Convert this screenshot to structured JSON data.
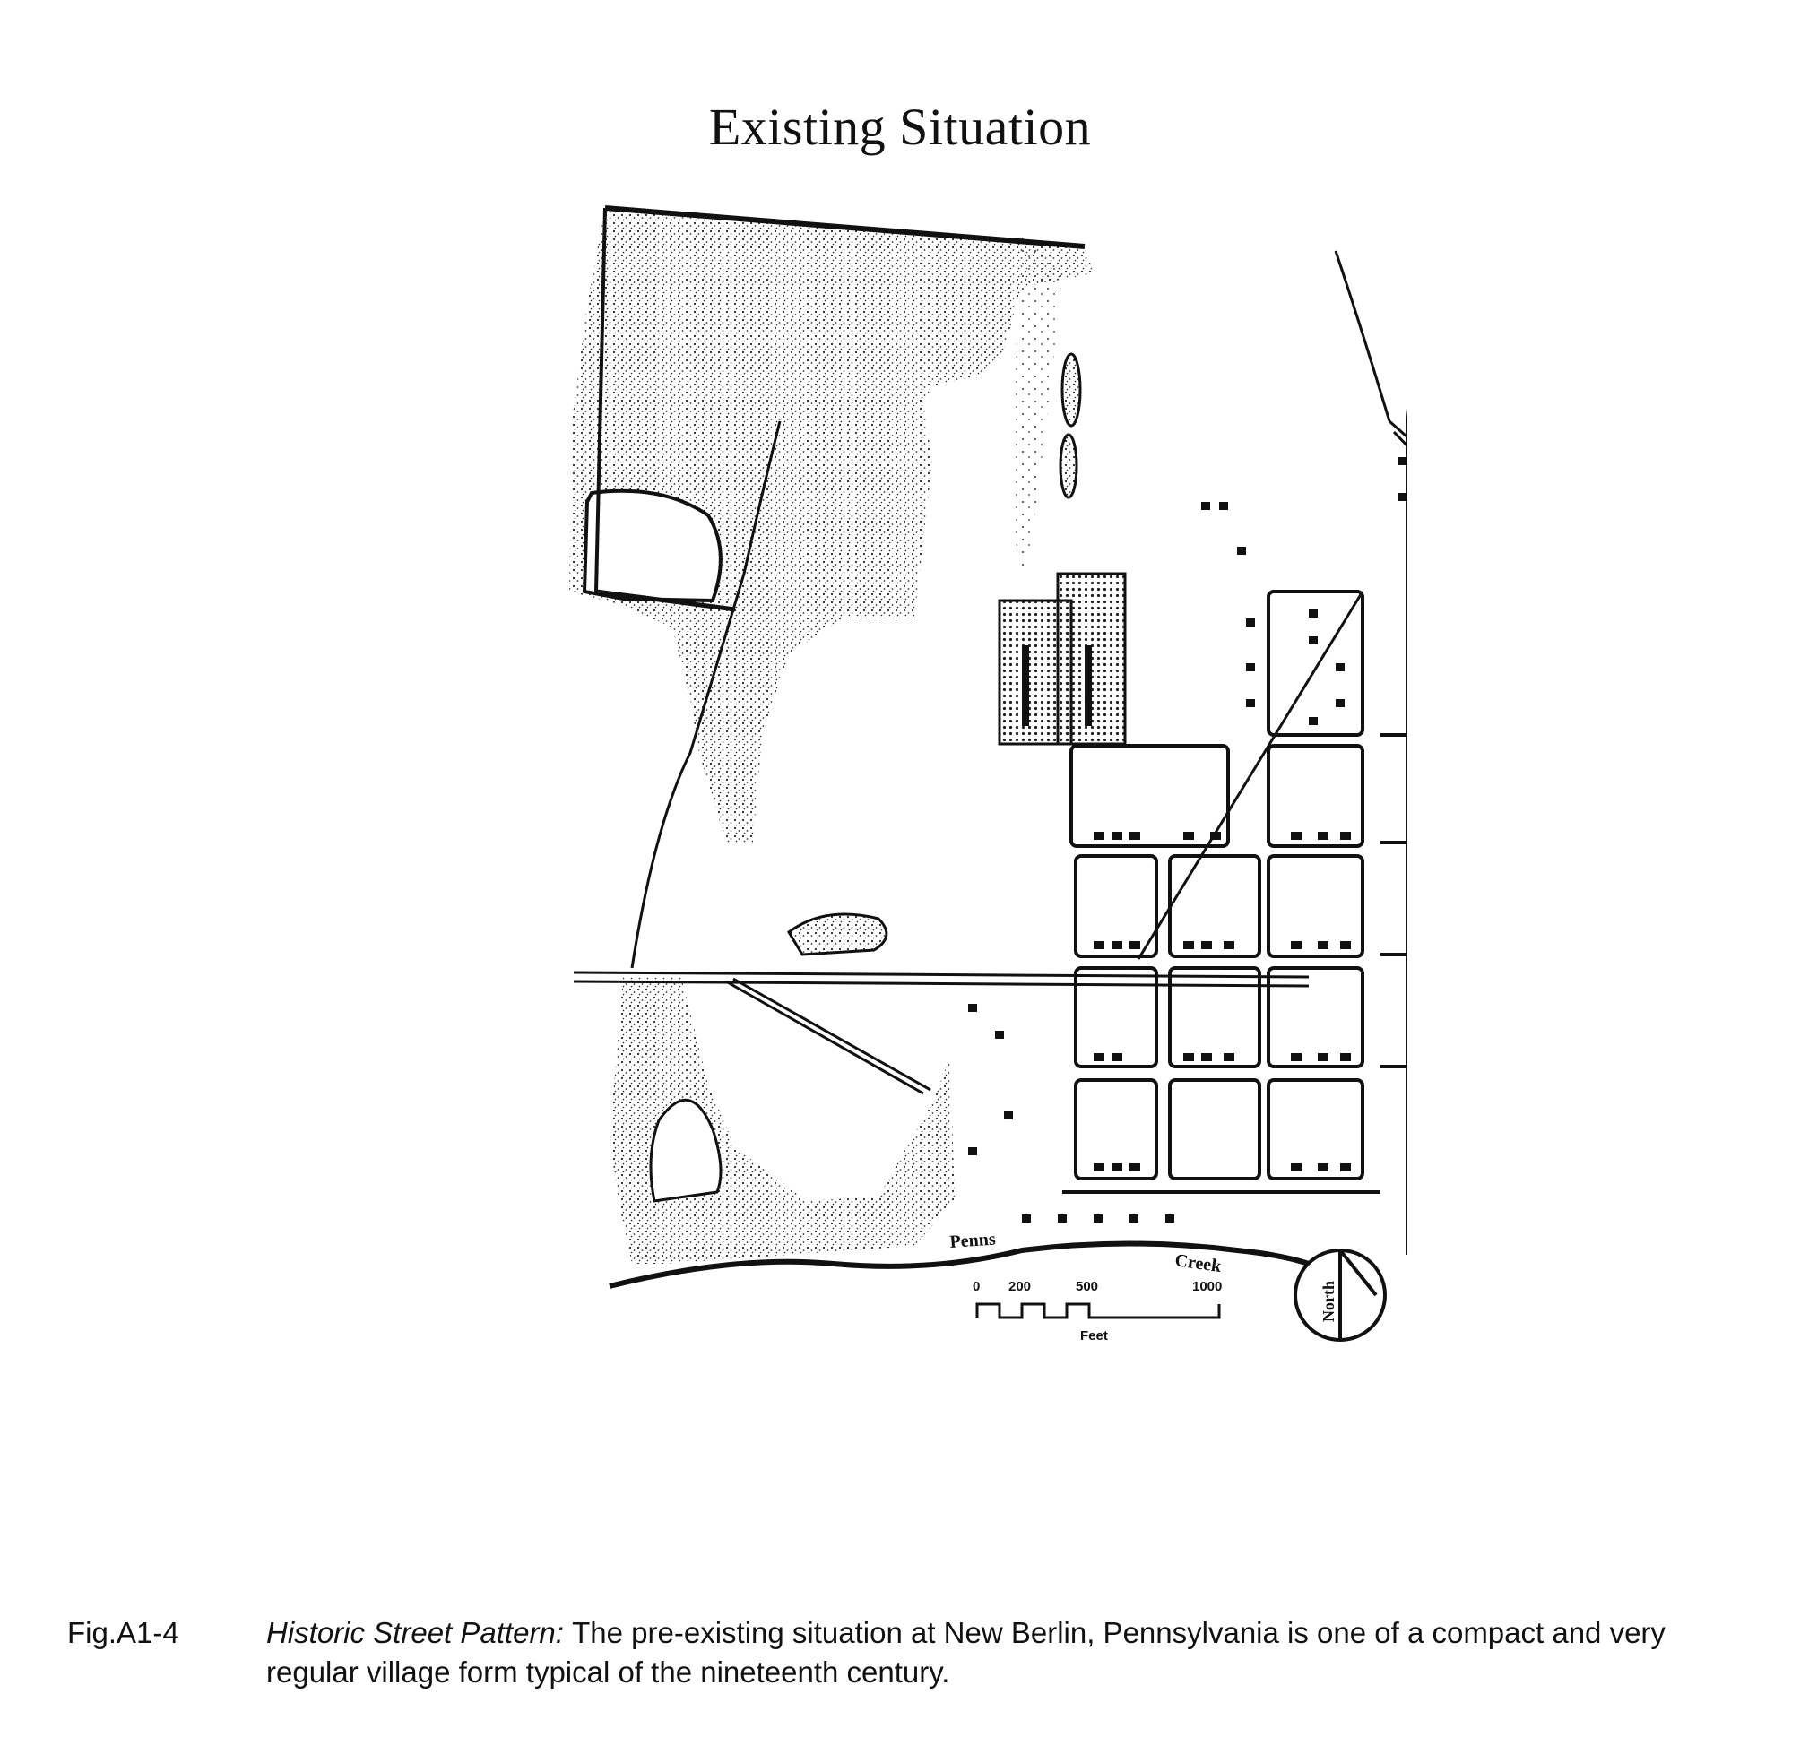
{
  "title": "Existing Situation",
  "map": {
    "creek_label_left": "Penns",
    "creek_label_right": "Creek",
    "north_label": "North",
    "scale_ticks": [
      "0",
      "200",
      "500",
      "1000"
    ],
    "scale_unit": "Feet"
  },
  "caption": {
    "figure_number": "Fig.A1-4",
    "heading": "Historic Street Pattern:",
    "text": "The pre-existing situation at New Berlin, Pennsylvania is one of a compact and very regular village form typical of the nineteenth century."
  },
  "colors": {
    "ink": "#111111",
    "paper": "#ffffff"
  }
}
